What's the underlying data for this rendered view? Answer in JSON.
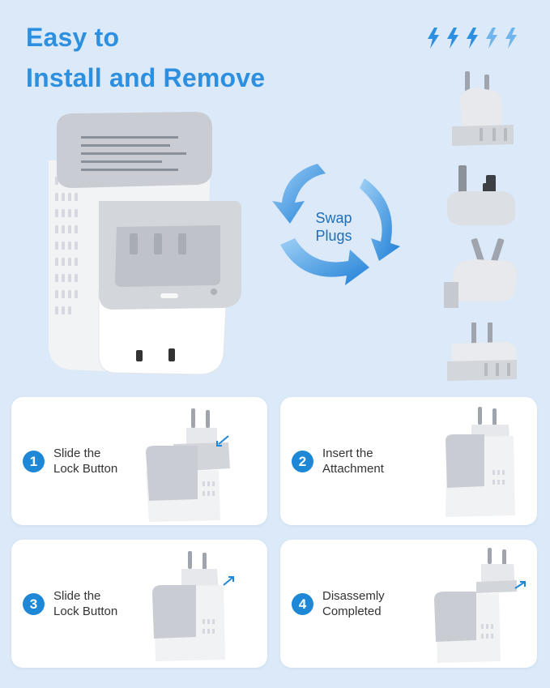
{
  "headline": {
    "line1": "Easy to",
    "line2": "Install and Remove"
  },
  "swap": {
    "label": "Swap\nPlugs"
  },
  "plugs": [
    {
      "name": "EU plug attachment"
    },
    {
      "name": "UK plug attachment"
    },
    {
      "name": "AU plug attachment"
    },
    {
      "name": "US plug attachment"
    }
  ],
  "steps": [
    {
      "num": "1",
      "text": "Slide the\nLock Button"
    },
    {
      "num": "2",
      "text": "Insert the\nAttachment"
    },
    {
      "num": "3",
      "text": "Slide the\nLock Button"
    },
    {
      "num": "4",
      "text": "Disassemly\nCompleted"
    }
  ],
  "colors": {
    "background": "#dbe9f8",
    "accent": "#2d8fe0",
    "step_badge": "#1e88d6",
    "card": "#ffffff"
  }
}
